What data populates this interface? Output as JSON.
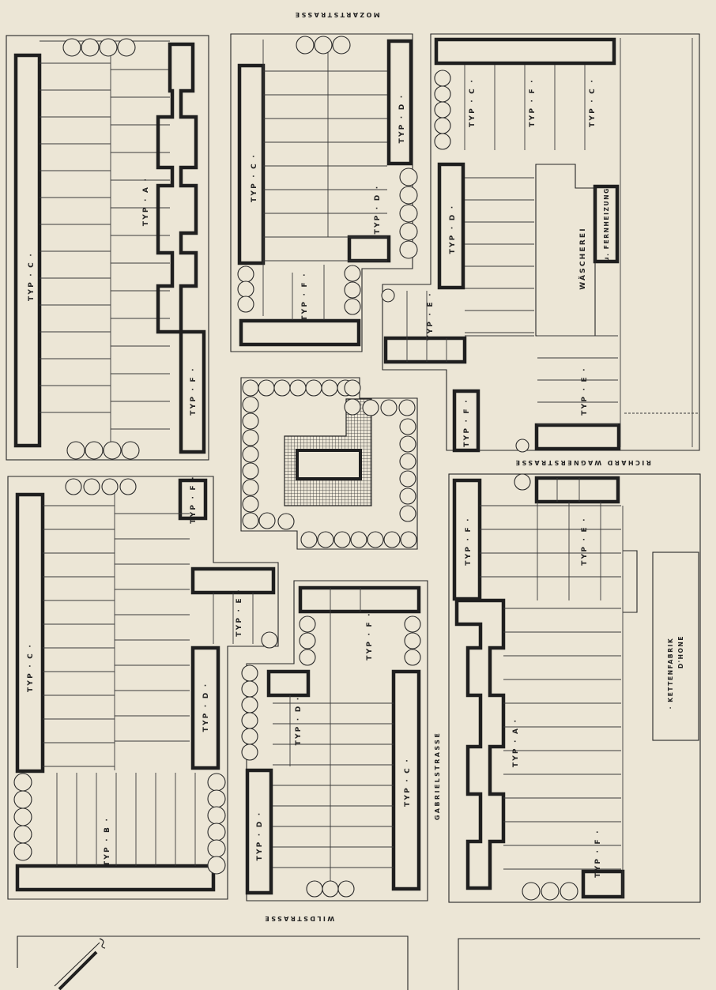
{
  "streets": {
    "mozart": "MOZARTSTRASSE",
    "wild": "WILDSTRASSE",
    "gabriel": "GABRIELSTRASSE",
    "richard": "RICHARD WAGNERSTRASSE"
  },
  "labels": {
    "typ_a": "TYP · A ·",
    "typ_b": "TYP · B ·",
    "typ_c": "TYP · C ·",
    "typ_d": "TYP · D ·",
    "typ_e": "TYP · E ·",
    "typ_f": "TYP · F ·"
  },
  "facilities": {
    "laundry": "WÄSCHEREI",
    "heating": "u. FERNHEIZUNG",
    "factory_line1": "· KETTENFABRIK",
    "factory_line2": "D'HONE"
  },
  "colors": {
    "paper": "#ece6d6",
    "ink": "#1f1f1f"
  }
}
